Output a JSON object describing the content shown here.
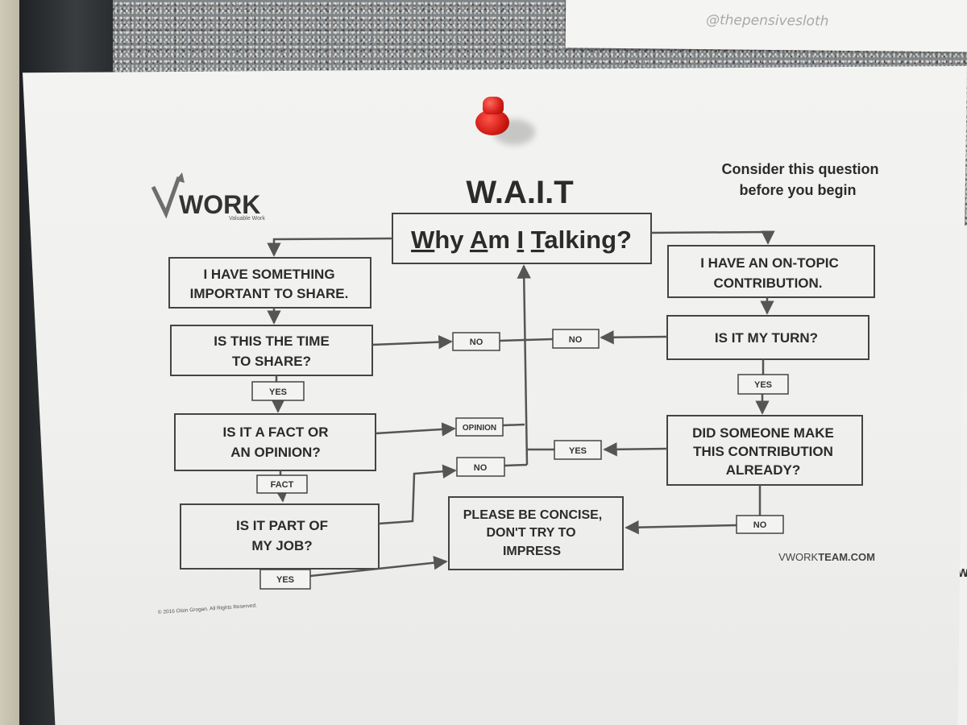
{
  "header": {
    "brand": "WORK",
    "brand_tagline": "Valuable Work",
    "title": "W.A.I.T",
    "subtitle_parts": [
      "W",
      "hy ",
      "A",
      "m ",
      "I",
      " ",
      "T",
      "alking?"
    ],
    "note_line1": "Consider this question",
    "note_line2": "before you begin",
    "website_prefix": "VWORK",
    "website_suffix": "TEAM.COM",
    "copyright": "© 2016 Oisin Grogan. All Rights Reserved."
  },
  "board": {
    "top_note_handle": "@thepensivesloth",
    "side_note_fragment": "W"
  },
  "nodes": {
    "important": [
      "I HAVE SOMETHING",
      "IMPORTANT TO SHARE."
    ],
    "time": [
      "IS THIS THE TIME",
      "TO SHARE?"
    ],
    "fact": [
      "IS IT A FACT OR",
      "AN OPINION?"
    ],
    "job": [
      "IS IT PART OF",
      "MY JOB?"
    ],
    "ontopic": [
      "I HAVE AN ON-TOPIC",
      "CONTRIBUTION."
    ],
    "turn": [
      "IS IT MY TURN?"
    ],
    "someone": [
      "DID SOMEONE MAKE",
      "THIS CONTRIBUTION",
      "ALREADY?"
    ],
    "concise": [
      "PLEASE BE CONCISE,",
      "DON'T TRY TO",
      "IMPRESS"
    ]
  },
  "labels": {
    "yes_time": "YES",
    "fact_opinion": "FACT",
    "yes_job": "YES",
    "no_time": "NO",
    "no_turn": "NO",
    "opinion": "OPINION",
    "no_job": "NO",
    "yes_turn": "YES",
    "yes_someone": "YES",
    "no_someone": "NO"
  }
}
